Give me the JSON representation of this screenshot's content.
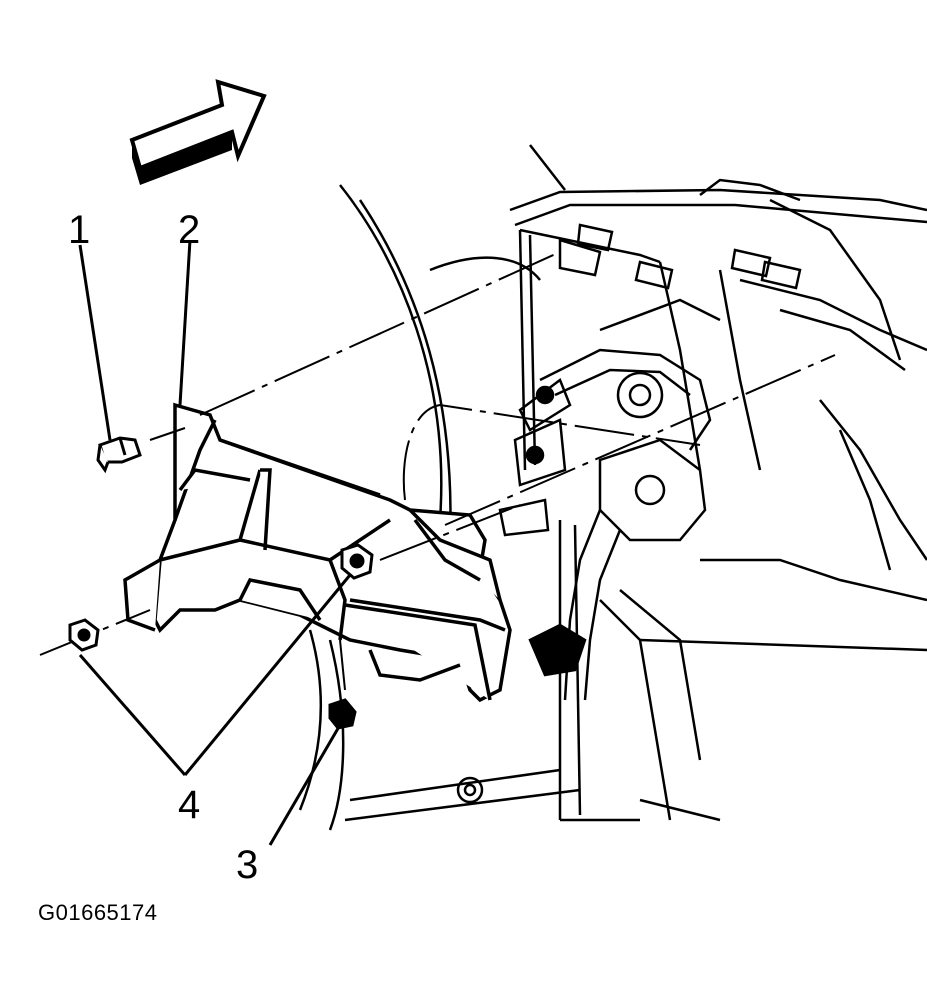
{
  "diagram": {
    "callouts": [
      {
        "id": "1",
        "label": "1"
      },
      {
        "id": "2",
        "label": "2"
      },
      {
        "id": "3",
        "label": "3"
      },
      {
        "id": "4",
        "label": "4"
      }
    ],
    "figure_id": "G01665174",
    "ink_color": "#000000",
    "background_color": "#ffffff"
  }
}
